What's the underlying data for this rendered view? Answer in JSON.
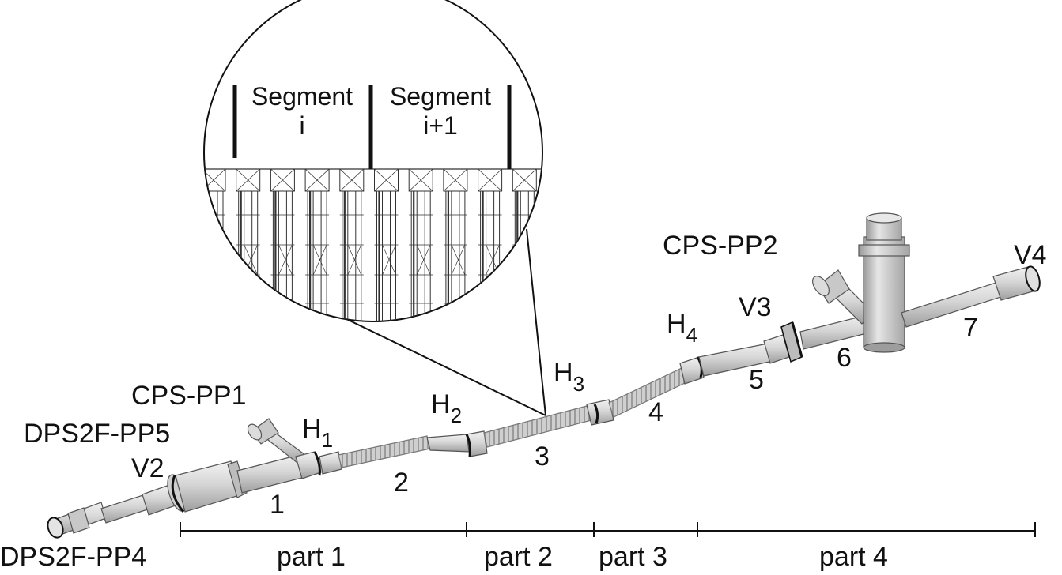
{
  "colors": {
    "line": "#111111",
    "pipe_fill": "#d4d4d4",
    "pipe_light": "#ebebeb",
    "pipe_shadow": "#a9a9a9",
    "lattice": "#333333",
    "background": "#ffffff"
  },
  "ports": {
    "dps2f_pp4": "DPS2F-PP4",
    "dps2f_pp5": "DPS2F-PP5",
    "cps_pp1": "CPS-PP1",
    "cps_pp2": "CPS-PP2"
  },
  "valves": {
    "v2": "V2",
    "v3": "V3",
    "v4": "V4"
  },
  "bends": [
    {
      "base": "H",
      "sub": "1"
    },
    {
      "base": "H",
      "sub": "2"
    },
    {
      "base": "H",
      "sub": "3"
    },
    {
      "base": "H",
      "sub": "4"
    }
  ],
  "section_numbers": [
    "1",
    "2",
    "3",
    "4",
    "5",
    "6",
    "7"
  ],
  "parts": [
    "part 1",
    "part 2",
    "part 3",
    "part 4"
  ],
  "inset": {
    "segment_i": {
      "line1": "Segment",
      "line2": "i"
    },
    "segment_i1": {
      "line1": "Segment",
      "line2": "i+1"
    }
  }
}
